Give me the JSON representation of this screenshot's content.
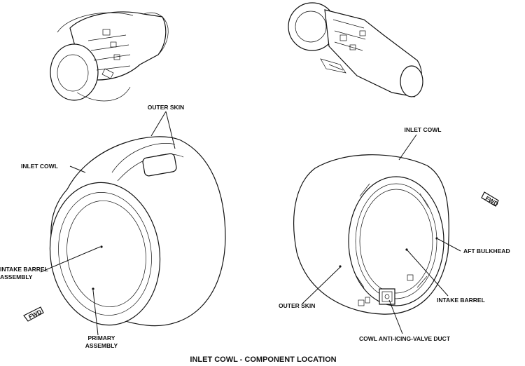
{
  "figure": {
    "caption": "INLET COWL - COMPONENT LOCATION",
    "labels": {
      "outer_skin_top": "OUTER SKIN",
      "inlet_cowl_left": "INLET COWL",
      "intake_barrel_assembly_line1": "INTAKE BARREL",
      "intake_barrel_assembly_line2": "ASSEMBLY",
      "primary_assembly_line1": "PRIMARY",
      "primary_assembly_line2": "ASSEMBLY",
      "inlet_cowl_right": "INLET COWL",
      "aft_bulkhead": "AFT BULKHEAD",
      "outer_skin_right": "OUTER SKIN",
      "intake_barrel": "INTAKE BARREL",
      "cowl_anti_icing_valve_duct": "COWL ANTI-ICING-VALVE DUCT"
    },
    "fwd_arrow_left": "FWD",
    "fwd_arrow_right": "FWD"
  }
}
